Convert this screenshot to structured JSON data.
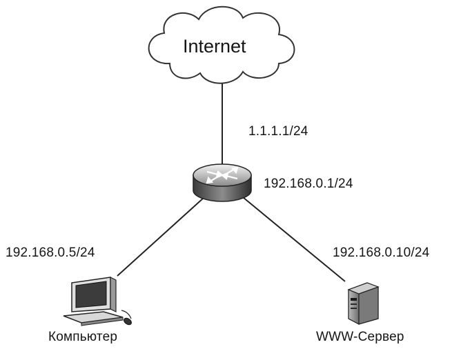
{
  "internet": {
    "label": "Internet"
  },
  "router": {
    "wan_ip": "1.1.1.1/24",
    "lan_ip": "192.168.0.1/24"
  },
  "computer": {
    "name": "Компьютер",
    "ip": "192.168.0.5/24"
  },
  "server": {
    "name": "WWW-Сервер",
    "ip": "192.168.0.10/24"
  }
}
